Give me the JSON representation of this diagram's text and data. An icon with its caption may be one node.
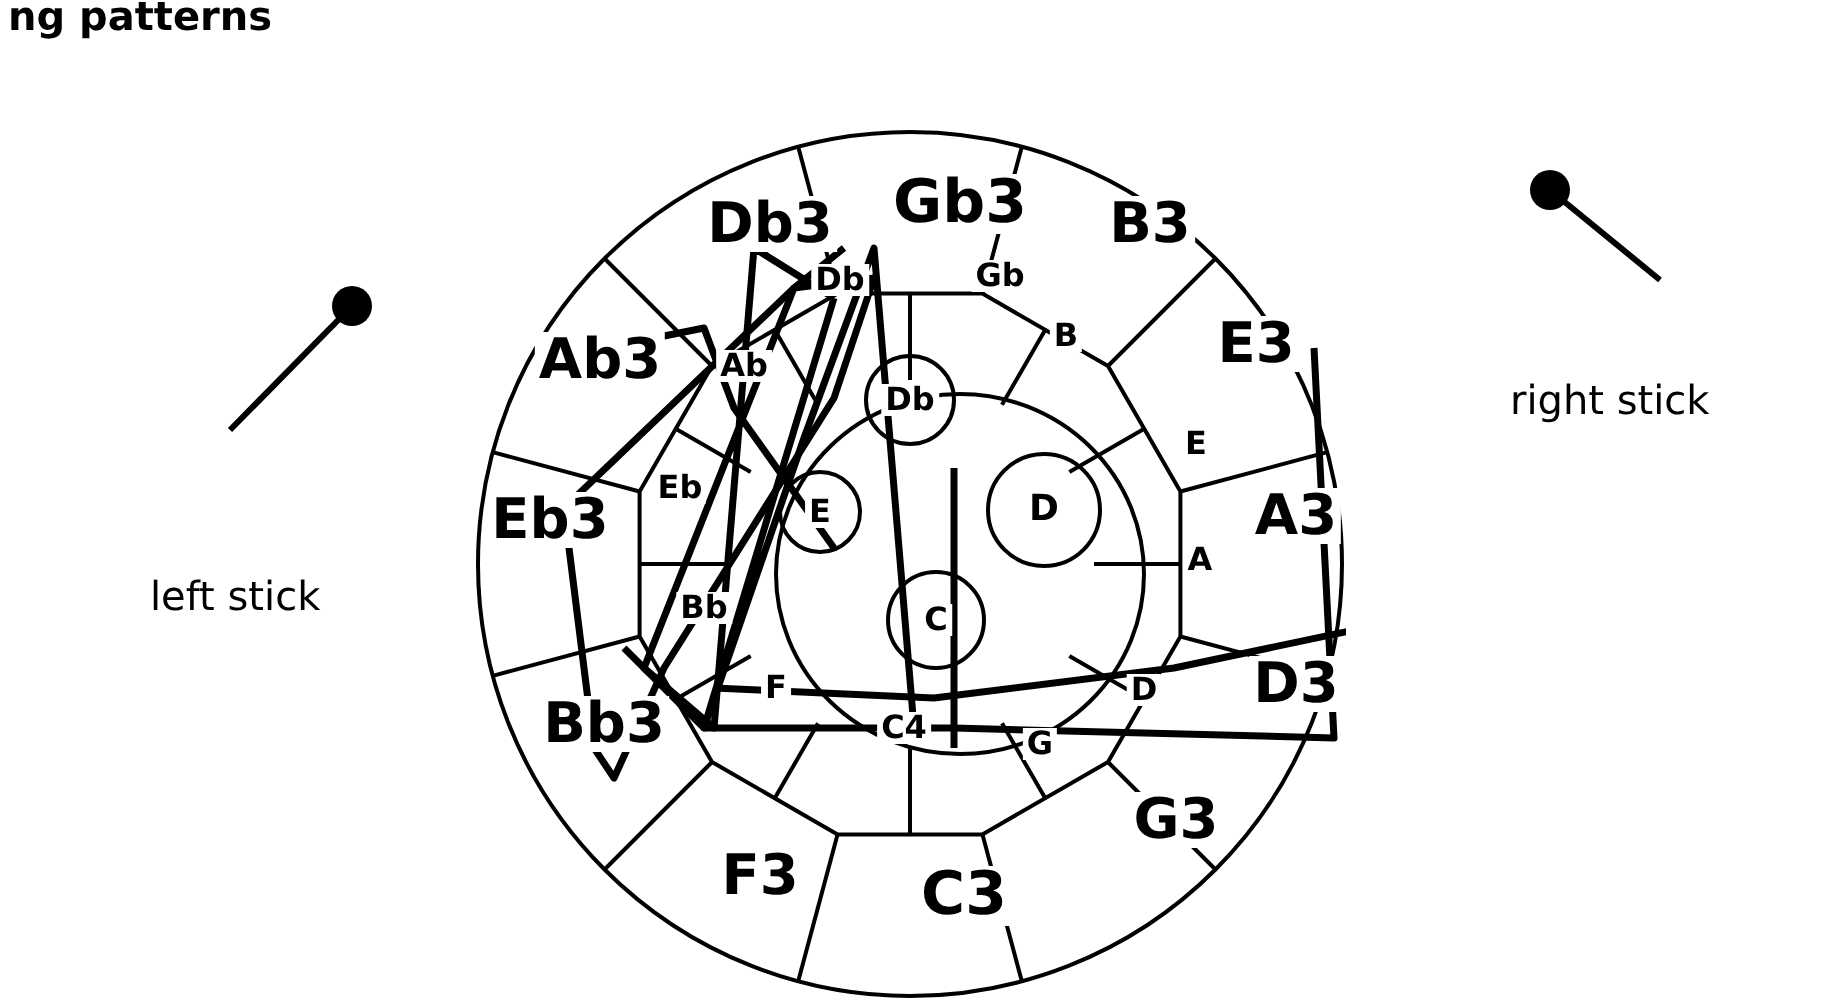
{
  "diagram": {
    "title": "ng patterns",
    "nodes": [
      {
        "text": [],
        "shape": "circle"
      },
      {
        "text": [
          "Gb3"
        ],
        "in": 0
      },
      {
        "text": [
          "B3"
        ],
        "in": 0
      },
      {
        "text": [
          "E3"
        ],
        "in": 0
      },
      {
        "text": [
          "A3"
        ],
        "in": 0
      },
      {
        "text": [
          "D3"
        ],
        "in": 0
      },
      {
        "text": [
          "G3"
        ],
        "in": 0
      },
      {
        "text": [
          "C3"
        ],
        "in": 0
      },
      {
        "text": [
          "F3"
        ],
        "in": 0
      },
      {
        "text": [
          "Bb3"
        ],
        "in": 0
      },
      {
        "text": [
          "Eb3"
        ],
        "in": 0
      },
      {
        "text": [
          "Ab3"
        ],
        "in": 0
      },
      {
        "text": [
          "Db3"
        ],
        "in": 0
      },
      {
        "text": [
          "Db"
        ],
        "in": 0
      },
      {
        "text": [
          "Gb"
        ],
        "in": 0
      },
      {
        "text": [
          "B"
        ],
        "in": 0
      },
      {
        "text": [
          "E"
        ],
        "in": 0
      },
      {
        "text": [
          "A"
        ],
        "in": 0
      },
      {
        "text": [
          "D"
        ],
        "in": 0
      },
      {
        "text": [
          "G"
        ],
        "in": 0
      },
      {
        "text": [
          "C4"
        ],
        "in": 0
      },
      {
        "text": [
          "F"
        ],
        "in": 0
      },
      {
        "text": [
          "Bb"
        ],
        "in": 0
      },
      {
        "text": [
          "Eb"
        ],
        "in": 0
      },
      {
        "text": [
          "Ab"
        ],
        "in": 0
      },
      {
        "text": [
          "Db"
        ],
        "in": 0
      },
      {
        "text": [
          "E"
        ],
        "in": 0
      },
      {
        "text": [
          "D"
        ],
        "in": 0
      },
      {
        "text": [
          "C"
        ],
        "in": 0
      }
    ],
    "labels": [
      "right stick",
      "left stick"
    ]
  }
}
